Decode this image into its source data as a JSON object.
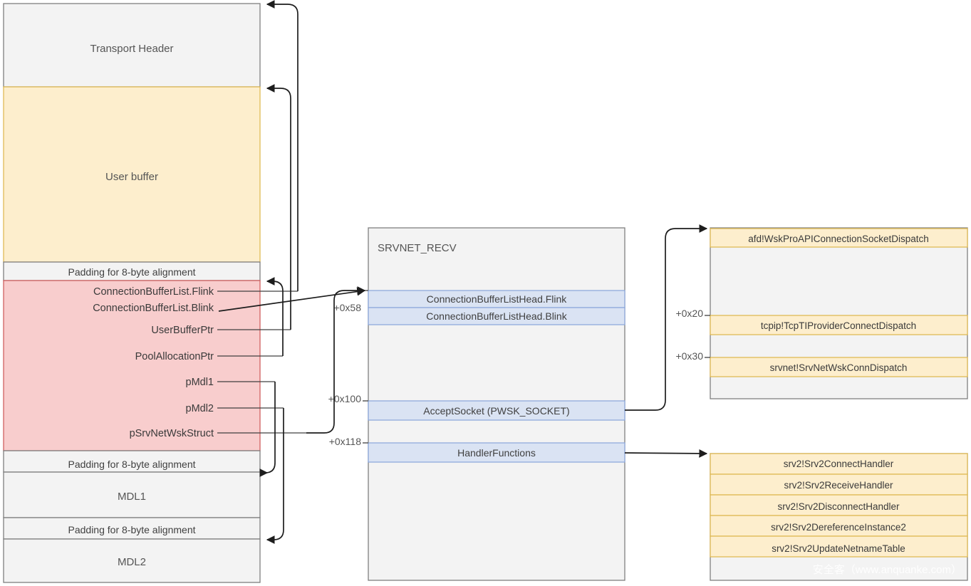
{
  "left_block": {
    "name": "packet-buffer-layout",
    "rows": [
      {
        "id": "transport-header",
        "label": "Transport Header",
        "fill": "#f3f3f3"
      },
      {
        "id": "user-buffer",
        "label": "User buffer",
        "fill": "#fdeecd"
      },
      {
        "id": "padding-1",
        "label": "Padding for 8-byte alignment",
        "fill": "#f3f3f3"
      },
      {
        "id": "srvnet-buffer-fields",
        "label": "",
        "fill": "#f8cdcd"
      },
      {
        "id": "padding-2",
        "label": "Padding for 8-byte alignment",
        "fill": "#f3f3f3"
      },
      {
        "id": "mdl1",
        "label": "MDL1",
        "fill": "#f3f3f3"
      },
      {
        "id": "padding-3",
        "label": "Padding for 8-byte alignment",
        "fill": "#f3f3f3"
      },
      {
        "id": "mdl2",
        "label": "MDL2",
        "fill": "#f3f3f3"
      }
    ],
    "fields": [
      {
        "id": "connectionbufferlist-flink",
        "label": "ConnectionBufferList.Flink"
      },
      {
        "id": "connectionbufferlist-blink",
        "label": "ConnectionBufferList.Blink"
      },
      {
        "id": "userbufferptr",
        "label": "UserBufferPtr"
      },
      {
        "id": "poolallocationptr",
        "label": "PoolAllocationPtr"
      },
      {
        "id": "pmdl1",
        "label": "pMdl1"
      },
      {
        "id": "pmdl2",
        "label": "pMdl2"
      },
      {
        "id": "psrvnetwskstruct",
        "label": "pSrvNetWskStruct"
      }
    ]
  },
  "center_block": {
    "title": "SRVNET_RECV",
    "offsets": [
      {
        "id": "offset-0x58",
        "label": "+0x58"
      },
      {
        "id": "offset-0x100",
        "label": "+0x100"
      },
      {
        "id": "offset-0x118",
        "label": "+0x118"
      }
    ],
    "rows": [
      {
        "id": "connectionbufferlisthead-flink",
        "label": "ConnectionBufferListHead.Flink"
      },
      {
        "id": "connectionbufferlisthead-blink",
        "label": "ConnectionBufferListHead.Blink"
      },
      {
        "id": "acceptsocket",
        "label": "AcceptSocket (PWSK_SOCKET)"
      },
      {
        "id": "handlerfunctions",
        "label": "HandlerFunctions"
      }
    ]
  },
  "dispatch_block": {
    "offsets": [
      {
        "id": "dispatch-offset-0x20",
        "label": "+0x20"
      },
      {
        "id": "dispatch-offset-0x30",
        "label": "+0x30"
      }
    ],
    "rows": [
      {
        "id": "afd-wskproapiconnectionsocketdispatch",
        "label": "afd!WskProAPIConnectionSocketDispatch"
      },
      {
        "id": "tcpip-tcptiproviderconnectdispatch",
        "label": "tcpip!TcpTIProviderConnectDispatch"
      },
      {
        "id": "srvnet-srvnetwskconndispatch",
        "label": "srvnet!SrvNetWskConnDispatch"
      }
    ]
  },
  "handler_block": {
    "rows": [
      {
        "id": "srv2-srv2connecthandler",
        "label": "srv2!Srv2ConnectHandler"
      },
      {
        "id": "srv2-srv2receivehandler",
        "label": "srv2!Srv2ReceiveHandler"
      },
      {
        "id": "srv2-srv2disconnecthandler",
        "label": "srv2!Srv2DisconnectHandler"
      },
      {
        "id": "srv2-srv2dereferenceinstance2",
        "label": "srv2!Srv2DereferenceInstance2"
      },
      {
        "id": "srv2-srv2updatenetnametable",
        "label": "srv2!Srv2UpdateNetnameTable"
      }
    ]
  },
  "watermark": {
    "text": "安全客（www.anquanke.com）"
  },
  "colors": {
    "gray_fill": "#f3f3f3",
    "yellow_fill": "#fdeecd",
    "red_fill": "#f8cdcd",
    "blue_fill": "#dae3f3",
    "blue_border": "#8faadc",
    "yellow_border": "#e0bb56",
    "gray_border": "#7f7f7f",
    "red_border": "#d06060",
    "arrow": "#1d1d1d"
  }
}
